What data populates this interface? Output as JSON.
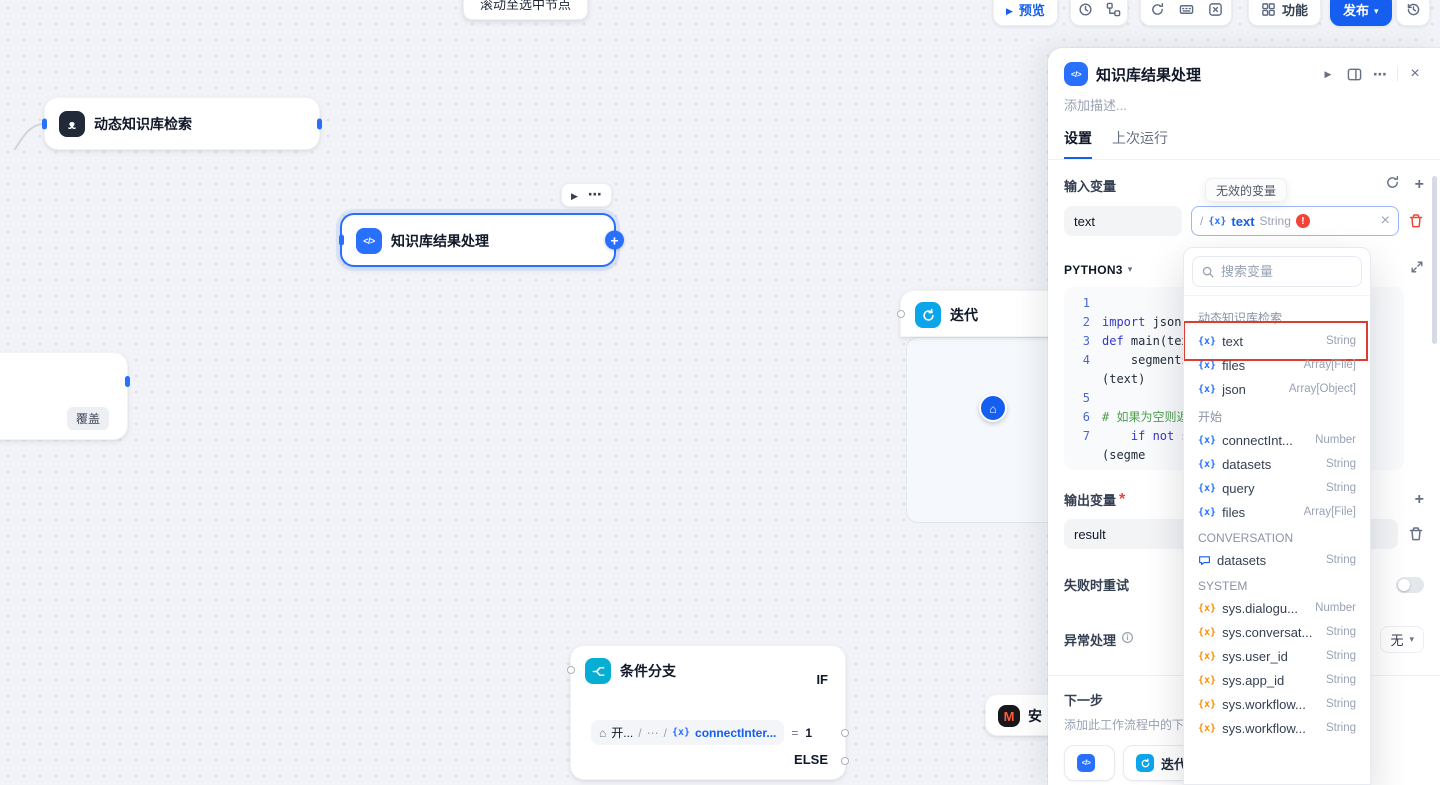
{
  "window": {
    "scroll_tooltip": "滚动至选中节点"
  },
  "toolbar": {
    "preview_label": "预览",
    "features_label": "功能",
    "publish_label": "发布"
  },
  "canvas": {
    "node_dynamic_kb": {
      "title": "动态知识库检索"
    },
    "node_code": {
      "title": "知识库结果处理"
    },
    "node_iteration": {
      "title": "迭代"
    },
    "node_ifelse": {
      "title": "条件分支",
      "if_label": "IF",
      "else_label": "ELSE",
      "condition_path_start": "开...",
      "condition_path_ellipsis": "⋯",
      "condition_var": "connectInter...",
      "condition_op": "=",
      "condition_value": "1"
    },
    "node_partial_right": {
      "title": "安"
    },
    "node_partial_left": {
      "button_label": "覆盖"
    }
  },
  "panel": {
    "title": "知识库结果处理",
    "description_placeholder": "添加描述...",
    "tab_settings": "设置",
    "tab_last_run": "上次运行",
    "input_section": {
      "label": "输入变量",
      "invalid_tooltip": "无效的变量",
      "var_name": "text",
      "selector": {
        "prefix": "/",
        "name": "text",
        "type": "String"
      }
    },
    "code_section": {
      "language": "PYTHON3",
      "lines": [
        {
          "num": "1",
          "segs": []
        },
        {
          "num": "2",
          "segs": [
            {
              "t": "import ",
              "c": "kw"
            },
            {
              "t": "json",
              "c": "pl"
            }
          ]
        },
        {
          "num": "3",
          "segs": [
            {
              "t": "def ",
              "c": "kw"
            },
            {
              "t": "main",
              "c": "fn"
            },
            {
              "t": "(text):",
              "c": "pl"
            }
          ]
        },
        {
          "num": "4",
          "segs": [
            {
              "t": "    segments = json.loads",
              "c": "pl"
            }
          ]
        },
        {
          "num": "",
          "segs": [
            {
              "t": "(text)",
              "c": "pl"
            }
          ]
        },
        {
          "num": "5",
          "segs": []
        },
        {
          "num": "6",
          "segs": [
            {
              "t": "# 如果为空则返回",
              "c": "cm"
            }
          ]
        },
        {
          "num": "7",
          "segs": [
            {
              "t": "    ",
              "c": "pl"
            },
            {
              "t": "if not",
              "c": "kw"
            },
            {
              "t": " segments:",
              "c": "pl"
            }
          ]
        },
        {
          "num": "",
          "segs": [
            {
              "t": "(segme",
              "c": "pl"
            }
          ]
        }
      ]
    },
    "output_section": {
      "label": "输出变量",
      "required_mark": "*",
      "value": "result"
    },
    "retry_section": {
      "label": "失败时重试"
    },
    "error_section": {
      "label": "异常处理",
      "value": "无"
    },
    "next_section": {
      "label": "下一步",
      "hint": "添加此工作流程中的下一",
      "chips": [
        {
          "label": ""
        },
        {
          "label": "迭代"
        }
      ]
    }
  },
  "var_dropdown": {
    "search_placeholder": "搜索变量",
    "groups": [
      {
        "name": "动态知识库检索",
        "items": [
          {
            "icon": "x",
            "name": "text",
            "type": "String",
            "highlight": true
          },
          {
            "icon": "x",
            "name": "files",
            "type": "Array[File]"
          },
          {
            "icon": "x",
            "name": "json",
            "type": "Array[Object]"
          }
        ]
      },
      {
        "name": "开始",
        "items": [
          {
            "icon": "x",
            "name": "connectInt...",
            "type": "Number"
          },
          {
            "icon": "x",
            "name": "datasets",
            "type": "String"
          },
          {
            "icon": "x",
            "name": "query",
            "type": "String"
          },
          {
            "icon": "x",
            "name": "files",
            "type": "Array[File]"
          }
        ]
      },
      {
        "name": "CONVERSATION",
        "items": [
          {
            "icon": "chat",
            "name": "datasets",
            "type": "String"
          }
        ]
      },
      {
        "name": "SYSTEM",
        "items": [
          {
            "icon": "xo",
            "name": "sys.dialogu...",
            "type": "Number"
          },
          {
            "icon": "xo",
            "name": "sys.conversat...",
            "type": "String"
          },
          {
            "icon": "xo",
            "name": "sys.user_id",
            "type": "String"
          },
          {
            "icon": "xo",
            "name": "sys.app_id",
            "type": "String"
          },
          {
            "icon": "xo",
            "name": "sys.workflow...",
            "type": "String"
          },
          {
            "icon": "xo",
            "name": "sys.workflow...",
            "type": "String"
          }
        ]
      }
    ]
  }
}
